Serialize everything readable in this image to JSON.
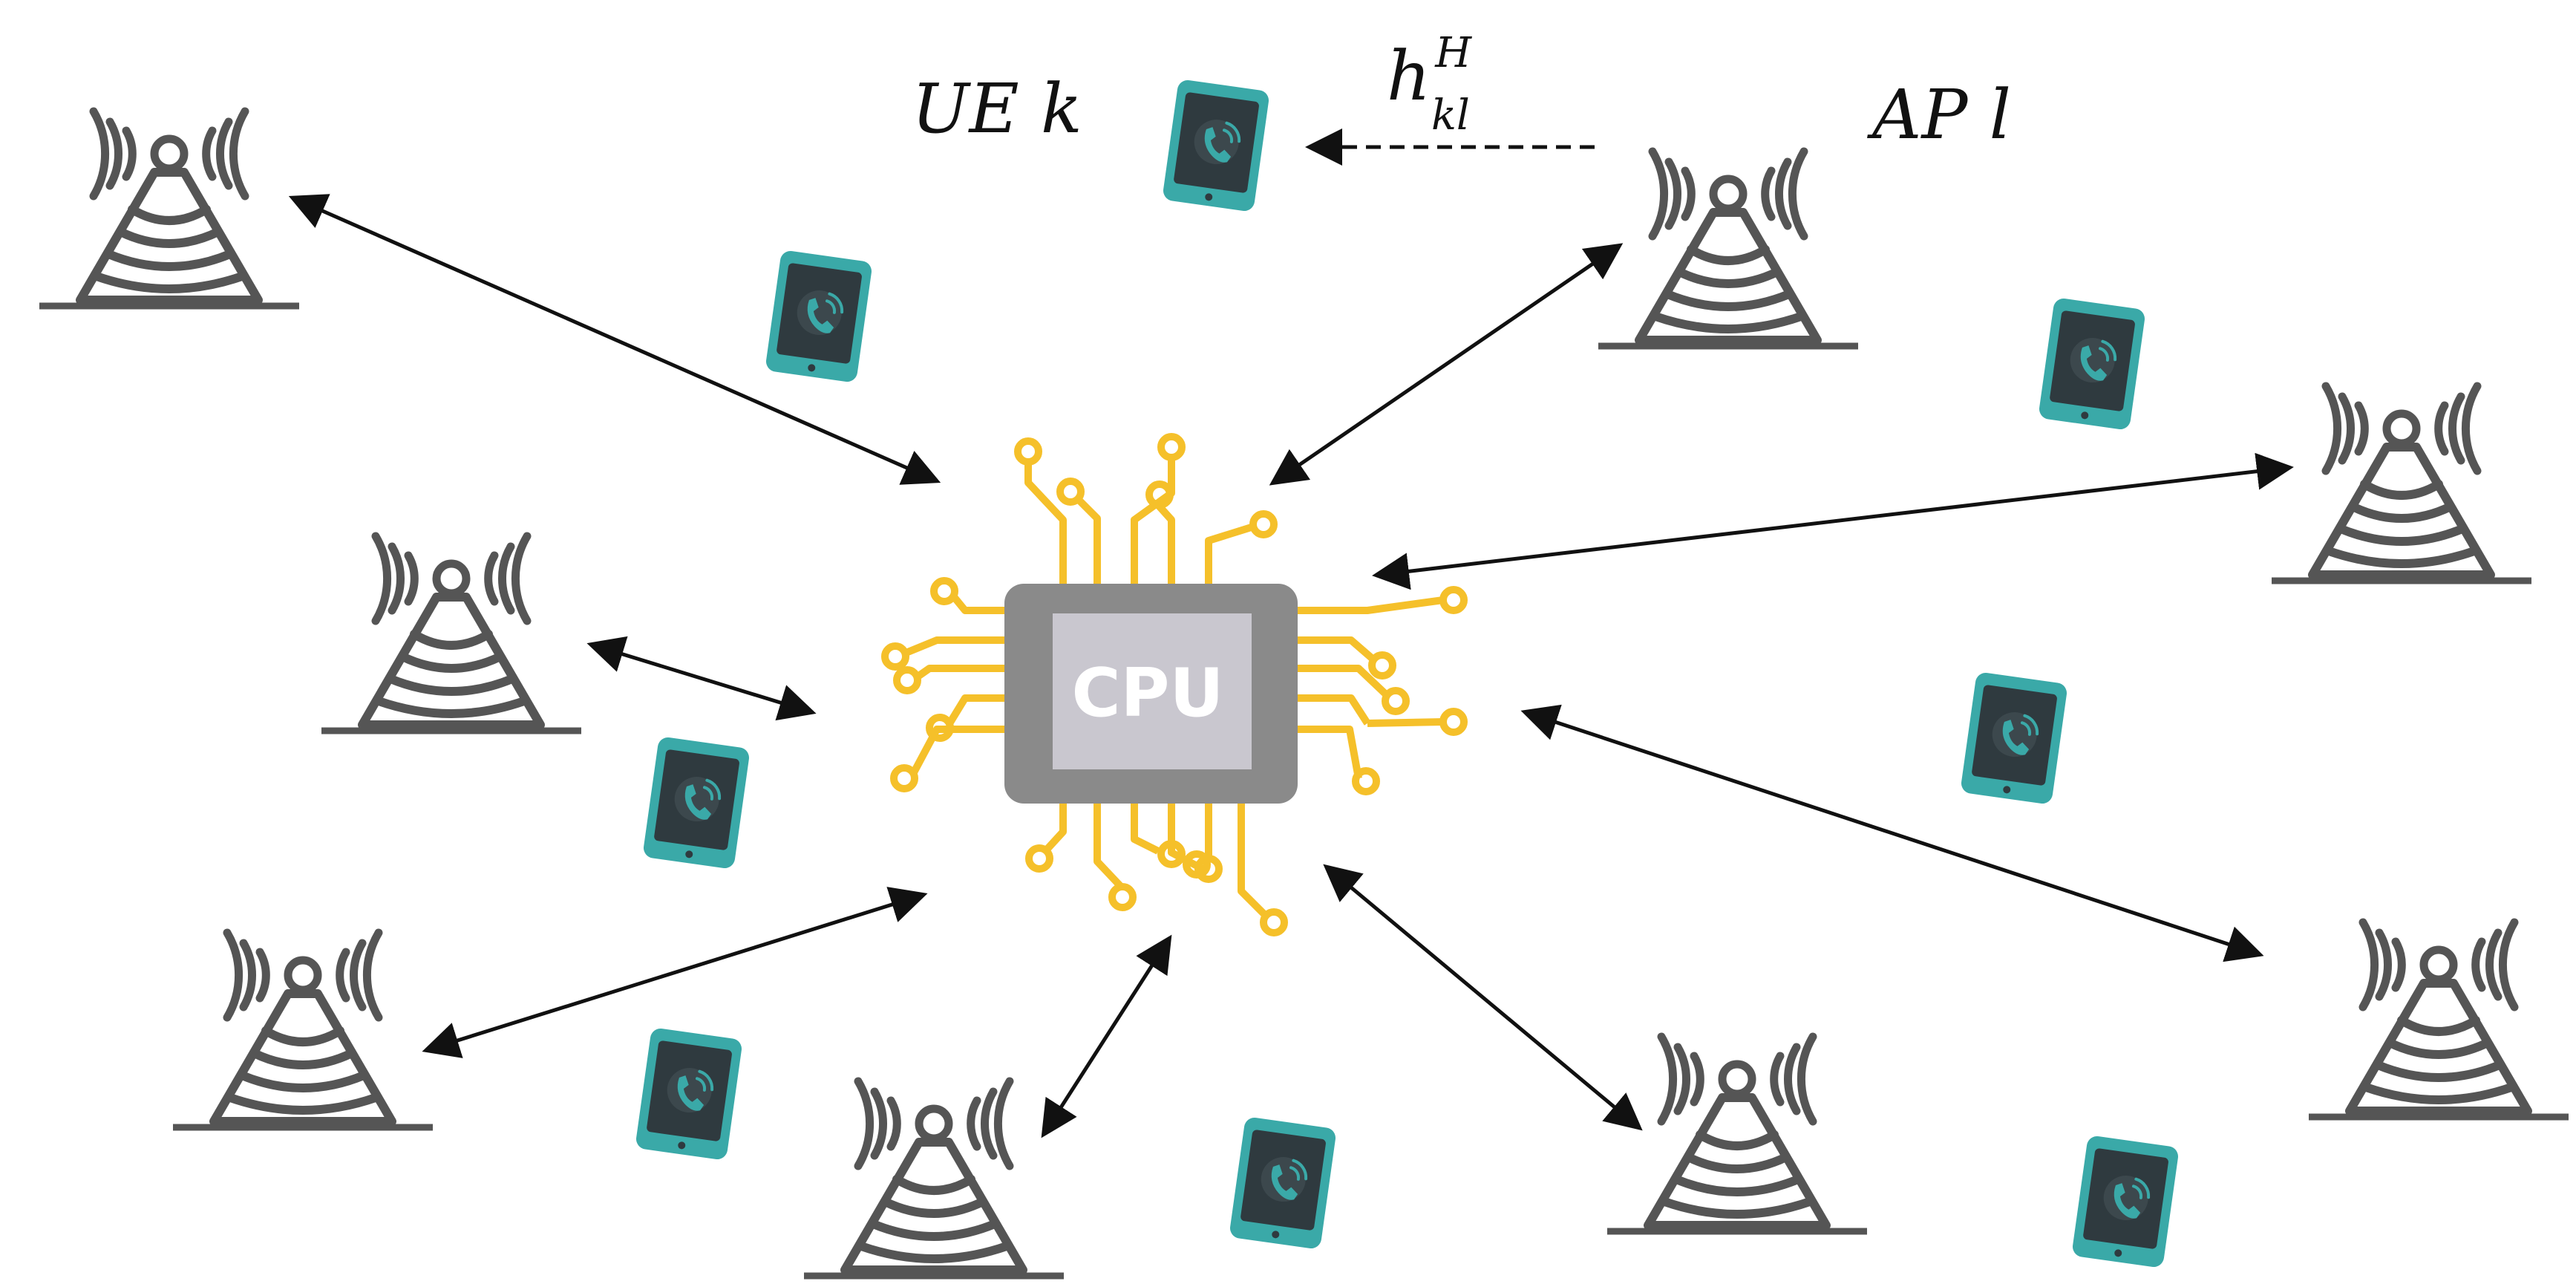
{
  "diagram": {
    "ue_label": "UE k",
    "ap_label": "AP l",
    "channel_label": {
      "base": "h",
      "superscript": "H",
      "subscript": "kl"
    },
    "cpu_label": "CPU",
    "colors": {
      "tower": "#555555",
      "phone_body": "#3aa9a8",
      "phone_screen": "#2f3a3f",
      "cpu_body": "#8a8a8a",
      "cpu_die": "#c9c7cf",
      "traces": "#f5c02a",
      "arrows": "#111111"
    },
    "icons": {
      "access_point": "radio-tower-icon",
      "user_equipment": "smartphone-call-icon",
      "processor": "cpu-chip-icon"
    }
  }
}
